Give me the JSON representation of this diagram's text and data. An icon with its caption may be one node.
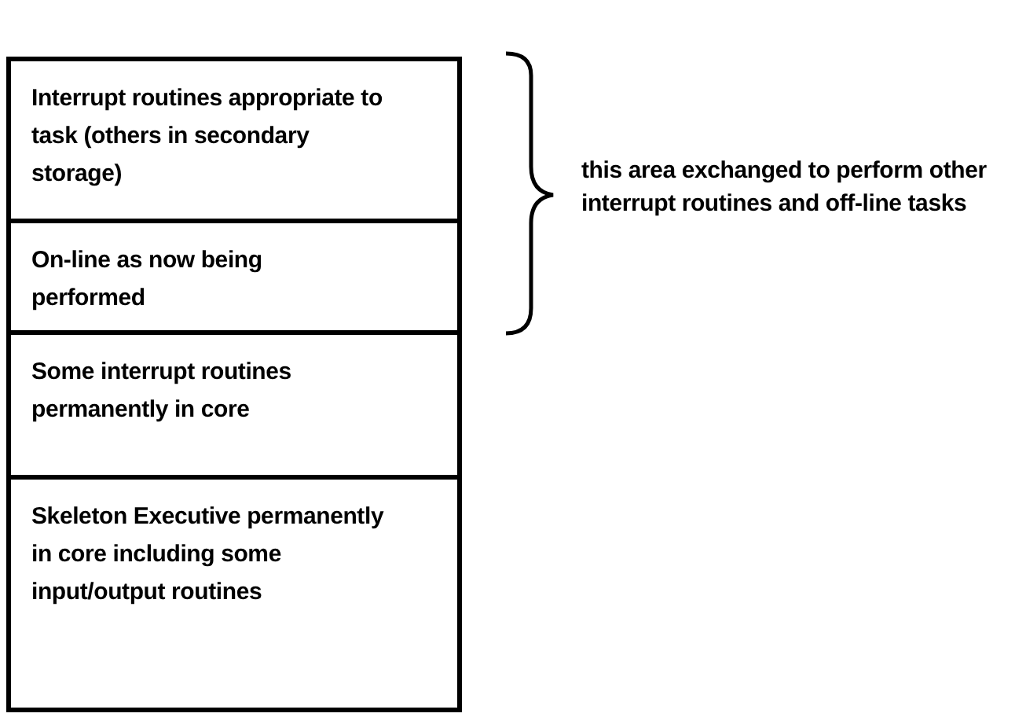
{
  "diagram": {
    "nodes": [
      {
        "text": [
          "Interrupt routines appropriate to task (others in secondary storage)"
        ]
      },
      {
        "text": [
          "On-line as now being performed"
        ]
      },
      {
        "text": [
          "Some interrupt routines permanently in core"
        ]
      },
      {
        "text": [
          "Skeleton Executive permanently in core including some input/output routines"
        ]
      }
    ],
    "labels": [
      "this area exchanged to perform other interrupt routines and off-line tasks"
    ]
  }
}
